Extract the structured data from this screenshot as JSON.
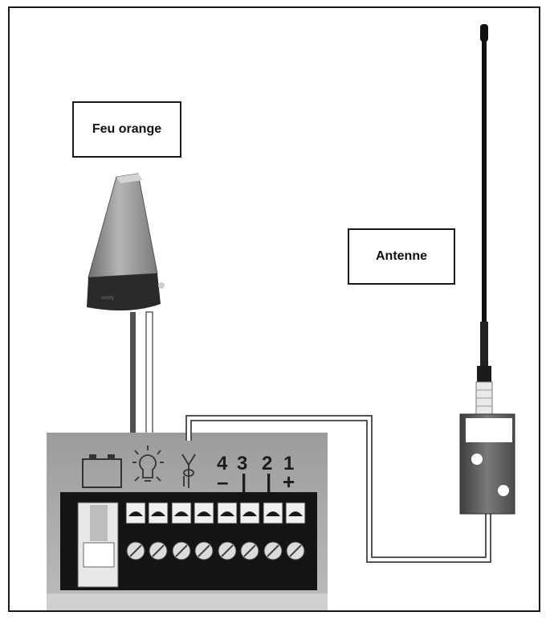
{
  "labels": {
    "feu_orange": "Feu orange",
    "antenne": "Antenne"
  },
  "terminals": {
    "numbers": [
      "4",
      "3",
      "2",
      "1"
    ],
    "signs": [
      "–",
      "|",
      "|",
      "+"
    ]
  },
  "icons": {
    "battery": "battery-icon",
    "lamp": "lamp-icon",
    "antenna": "antenna-symbol-icon"
  },
  "colors": {
    "frame": "#1a1a1a",
    "panel": "#a9a9a9",
    "terminal_block": "#141414",
    "lamp_body": "#8c8c8c",
    "antenna_bracket": "#5a5a5a"
  }
}
